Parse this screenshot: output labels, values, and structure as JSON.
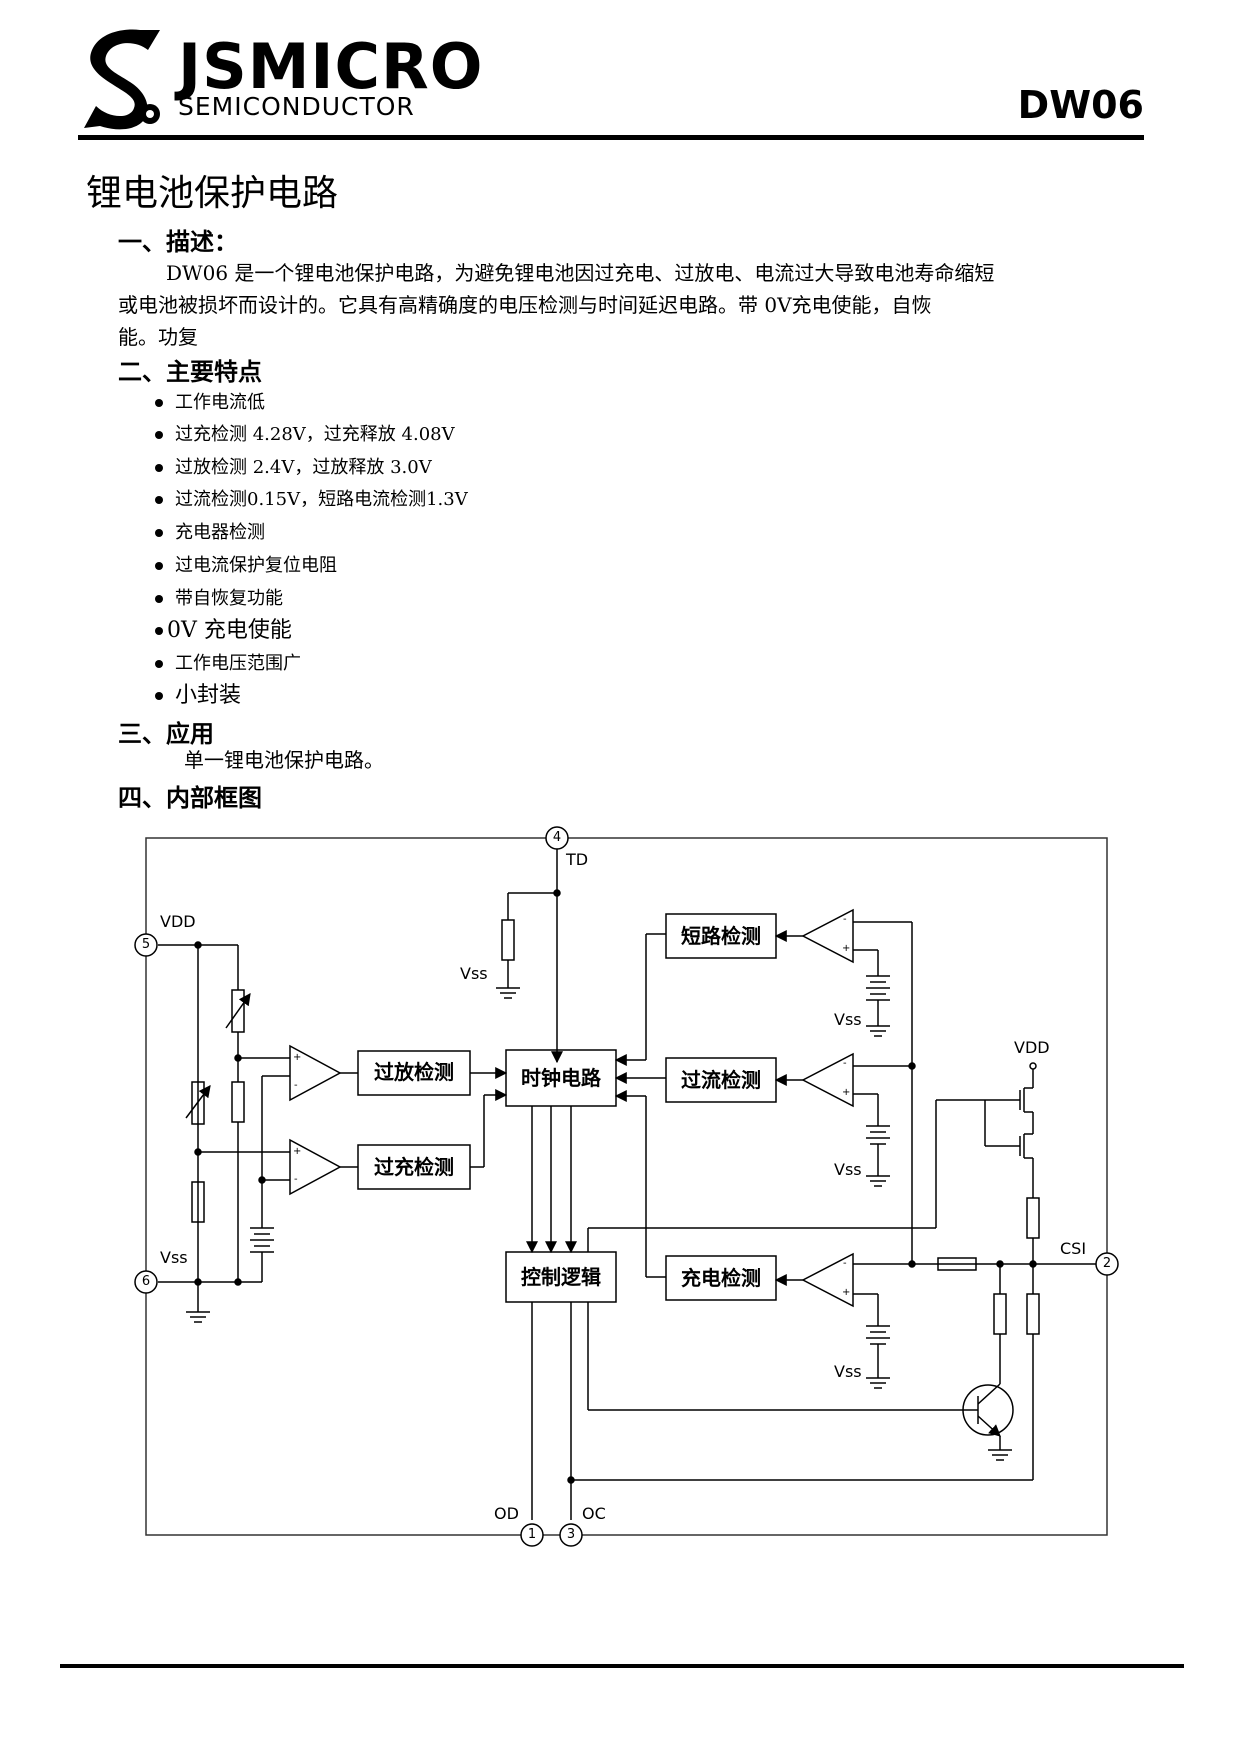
{
  "header": {
    "brand": "JSMICRO",
    "brand_sub": "SEMICONDUCTOR",
    "part_number": "DW06"
  },
  "doc": {
    "title": "锂电池保护电路",
    "section1": {
      "heading": "一、描述：",
      "line1": "DW06 是一个锂电池保护电路，为避免锂电池因过充电、过放电、电流过大导致电池寿命缩短",
      "line2": "或电池被损坏而设计的。它具有高精确度的电压检测与时间延迟电路。带 0V充电使能，自恢",
      "line3": "能。功复"
    },
    "section2": {
      "heading": "二、主要特点",
      "features": [
        "工作电流低",
        "过充检测 4.28V，过充释放 4.08V",
        "过放检测 2.4V，过放释放 3.0V",
        "过流检测0.15V，短路电流检测1.3V",
        "充电器检测",
        "过电流保护复位电阻",
        "带自恢复功能",
        "0V 充电使能",
        "工作电压范围广",
        "小封装"
      ]
    },
    "section3": {
      "heading": "三、应用",
      "text": "单一锂电池保护电路。"
    },
    "section4": {
      "heading": "四、内部框图"
    }
  },
  "diagram": {
    "blocks": {
      "over_discharge": "过放检测",
      "over_charge": "过充检测",
      "clock": "时钟电路",
      "short_circuit": "短路检测",
      "over_current": "过流检测",
      "control_logic": "控制逻辑",
      "charger_detect": "充电检测"
    },
    "pins": {
      "td": {
        "num": "4",
        "label": "TD"
      },
      "vdd": {
        "num": "5",
        "label": "VDD"
      },
      "vss": {
        "num": "6",
        "label": "Vss"
      },
      "csi": {
        "num": "2",
        "label": "CSI"
      },
      "od": {
        "num": "1",
        "label": "OD"
      },
      "oc": {
        "num": "3",
        "label": "OC"
      }
    },
    "labels": {
      "vss": "Vss",
      "vdd": "VDD",
      "plus": "+",
      "minus": "-"
    }
  }
}
